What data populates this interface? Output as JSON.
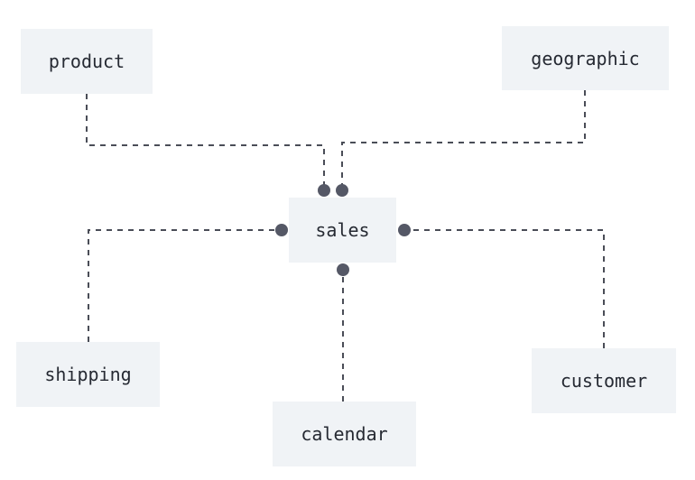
{
  "diagram": {
    "center_entity": "sales",
    "entities": {
      "product": "product",
      "geographic": "geographic",
      "sales": "sales",
      "shipping": "shipping",
      "customer": "customer",
      "calendar": "calendar"
    },
    "relationships": [
      {
        "from": "product",
        "to": "sales"
      },
      {
        "from": "geographic",
        "to": "sales"
      },
      {
        "from": "shipping",
        "to": "sales"
      },
      {
        "from": "customer",
        "to": "sales"
      },
      {
        "from": "calendar",
        "to": "sales"
      }
    ],
    "colors": {
      "node_fill": "#f0f3f6",
      "node_text": "#262a33",
      "connector": "#4a4d57",
      "endpoint": "#555866"
    }
  }
}
